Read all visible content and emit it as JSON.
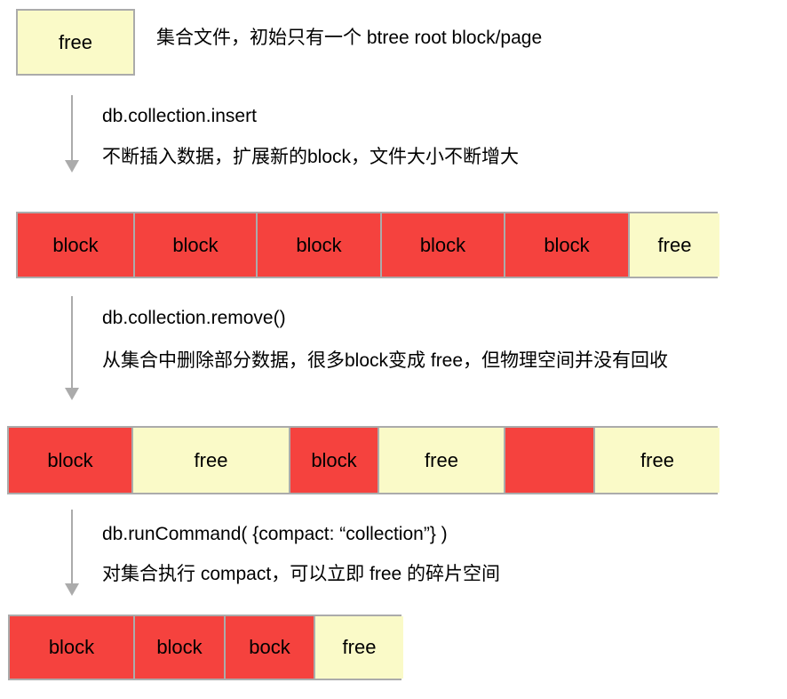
{
  "colors": {
    "block_red": "#F5423E",
    "free_yellow": "#FAFAC8",
    "border_gray": "#ABABAB",
    "arrow_gray": "#ABABAB",
    "text_black": "#000000"
  },
  "intro": {
    "box_label": "free",
    "caption": "集合文件，初始只有一个 btree root block/page"
  },
  "steps": [
    {
      "command": "db.collection.insert",
      "description": "不断插入数据，扩展新的block，文件大小不断增大"
    },
    {
      "command": "db.collection.remove()",
      "description": "从集合中删除部分数据，很多block变成 free，但物理空间并没有回收"
    },
    {
      "command": "db.runCommand( {compact: “collection”} )",
      "description": "对集合执行 compact，可以立即 free 的碎片空间"
    }
  ],
  "rows": [
    {
      "name": "after-insert",
      "segments": [
        {
          "type": "block",
          "label": "block",
          "w": 132
        },
        {
          "type": "block",
          "label": "block",
          "w": 138
        },
        {
          "type": "block",
          "label": "block",
          "w": 140
        },
        {
          "type": "block",
          "label": "block",
          "w": 139
        },
        {
          "type": "block",
          "label": "block",
          "w": 140
        },
        {
          "type": "free",
          "label": "free",
          "w": 101
        }
      ]
    },
    {
      "name": "after-remove",
      "segments": [
        {
          "type": "block",
          "label": "block",
          "w": 140
        },
        {
          "type": "free",
          "label": "free",
          "w": 177
        },
        {
          "type": "block",
          "label": "block",
          "w": 100
        },
        {
          "type": "free",
          "label": "free",
          "w": 142
        },
        {
          "type": "block",
          "label": "",
          "w": 101
        },
        {
          "type": "free",
          "label": "free",
          "w": 140
        }
      ]
    },
    {
      "name": "after-compact",
      "segments": [
        {
          "type": "block",
          "label": "block",
          "w": 141
        },
        {
          "type": "block",
          "label": "block",
          "w": 102
        },
        {
          "type": "block",
          "label": "bock",
          "w": 101
        },
        {
          "type": "free",
          "label": "free",
          "w": 99
        }
      ]
    }
  ]
}
